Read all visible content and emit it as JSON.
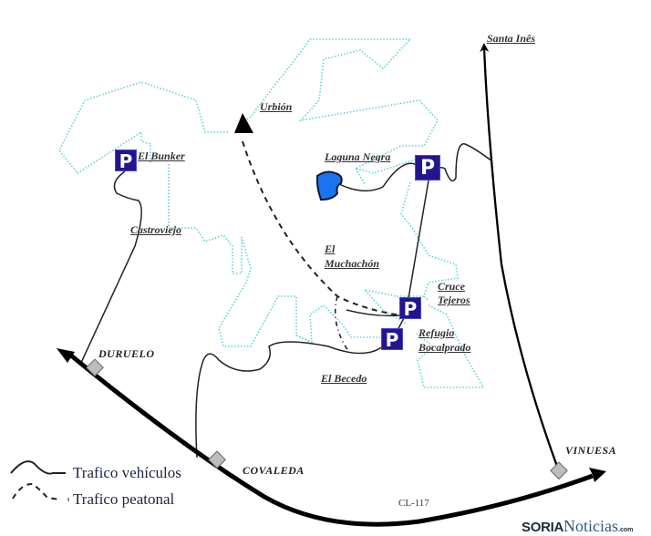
{
  "map": {
    "colors": {
      "background": "#ffffff",
      "boundary": "#5fd0d8",
      "parking_bg": "#23158f",
      "lake": "#1a74f0",
      "town_marker": "#bdbdbd",
      "road": "#000000"
    },
    "places": {
      "urbion": "Urbión",
      "el_bunker": "El Bunker",
      "castroviejo": "Castroviejo",
      "laguna_negra": "Laguna Negra",
      "santa_ines": "Santa Inês",
      "el_muchachon_1": "El",
      "el_muchachon_2": "Muchachón",
      "cruce_tejeros_1": "Cruce",
      "cruce_tejeros_2": "Tejeros",
      "refugio_1": "Refugio",
      "refugio_2": "Bocalprado",
      "el_becedo": "El Becedo"
    },
    "towns": {
      "duruelo": "DURUELO",
      "covaleda": "COVALEDA",
      "vinuesa": "VINUESA"
    },
    "road_label": "CL-117",
    "parking_symbol": "P",
    "parking_icons": [
      "El Bunker",
      "Laguna Negra",
      "Cruce Tejeros",
      "Refugio Bocalprado"
    ],
    "peak_icon": "triangle-peak"
  },
  "legend": {
    "vehicle_traffic": "Trafico vehículos",
    "pedestrian_traffic": "Trafico peatonal"
  },
  "watermark": {
    "part1": "SORIA",
    "part2": "Noticias",
    "part3": ".com"
  }
}
